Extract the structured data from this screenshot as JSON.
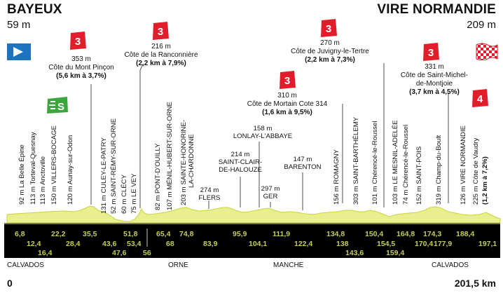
{
  "start": {
    "city": "BAYEUX",
    "altitude": "59 m"
  },
  "finish": {
    "city": "VIRE NORMANDIE",
    "altitude": "209 m"
  },
  "distance": {
    "start": "0",
    "end": "201,5 km"
  },
  "climbs": [
    {
      "category": "3",
      "altitude": "353 m",
      "name": "Côte du Mont Pinçon",
      "detail": "(5,6 km à 3,7%)"
    },
    {
      "category": "3",
      "altitude": "216 m",
      "name": "Côte de la Ranconnière",
      "detail": "(2,2 km à 7,9%)"
    },
    {
      "category": "3",
      "altitude": "310 m",
      "name": "Côte de Mortain Cote 314",
      "detail": "(1,6 km à 9,5%)"
    },
    {
      "category": "3",
      "altitude": "270 m",
      "name": "Côte de Juvigny-le-Tertre",
      "detail": "(2,2 km à 7,3%)"
    },
    {
      "category": "3",
      "altitude": "331 m",
      "name": "Côte de Saint-Michel-de-Montjoie",
      "detail": "(3,7 km à 4,5%)"
    },
    {
      "category": "4",
      "altitude": "",
      "name": "",
      "detail": ""
    }
  ],
  "climb_name_lines": {
    "c5a": "Côte de Saint-Michel-",
    "c5b": "de-Montjoie"
  },
  "sprint": {
    "label": "S"
  },
  "waypoints": [
    {
      "label": "92 m La Belle Épine"
    },
    {
      "label": "113 m Torteval-Quesnay"
    },
    {
      "label": "113 m Anctoville"
    },
    {
      "label": "150 m VILLERS-BOCAGE"
    },
    {
      "label": "120 m Aunay-sur-Odon"
    },
    {
      "label": "131 m CULEY-LE-PATRY"
    },
    {
      "label": "52 m SAINT-RÉMY-SUR-ORNE"
    },
    {
      "label": "60 m CLÉCY"
    },
    {
      "label": "75 m LE VEY"
    },
    {
      "label": "82 m PONT-D'OUILLY"
    },
    {
      "label": "107 m MÉNIL-HUBERT-SUR-ORNE"
    },
    {
      "label": "203 m SAINTE-HONORINE-"
    },
    {
      "label": "LA-CHARDONNE"
    },
    {
      "label": "156 m ROMAGNY"
    },
    {
      "label": "303 m SAINT-BARTHÉLEMY"
    },
    {
      "label": "101 m Chérencé-le-Roussel"
    },
    {
      "label": "103 m LE MESNIL-ADELÉE"
    },
    {
      "label": "74 m Chérencé-le-Roussel"
    },
    {
      "label": "152 m SAINT-POIS"
    },
    {
      "label": "319 m Champ-du-Boult"
    },
    {
      "label": "126 m VIRE NORMANDIE"
    },
    {
      "label": "225 m Côte de Vaudry"
    },
    {
      "label": "(1,2 km à 7,2%)"
    }
  ],
  "towns": [
    {
      "alt": "274 m",
      "name": "FLERS"
    },
    {
      "alt": "214 m",
      "name1": "SAINT-CLAIR-",
      "name2": "DE-HALOUZE"
    },
    {
      "alt": "158 m",
      "name": "LONLAY-L'ABBAYE"
    },
    {
      "alt": "297 m",
      "name": "GER"
    },
    {
      "alt": "147 m",
      "name": "BARENTON"
    }
  ],
  "km_top": [
    "6,8",
    "22,2",
    "35,5",
    "51,8",
    "65,4",
    "74,8",
    "95,9",
    "111,9",
    "134,8",
    "150,4",
    "164,8",
    "174,3",
    "188,4"
  ],
  "km_mid": [
    "12,4",
    "28,4",
    "43,6",
    "53,4",
    "68",
    "83,9",
    "104,1",
    "122,4",
    "138",
    "154,5",
    "170,4",
    "177,9",
    "197,1"
  ],
  "km_low": [
    "16,4",
    "47,6",
    "56",
    "143,6",
    "159,4"
  ],
  "departments": [
    "CALVADOS",
    "ORNE",
    "MANCHE",
    "CALVADOS"
  ],
  "colors": {
    "road": "#000000",
    "profile": "#e9ef8f",
    "profile_line": "#c9d43d",
    "climb_badge": "#e11d2b",
    "sprint_badge": "#3aa83d",
    "start_flag": "#1e73be",
    "km_text": "#c5cc5a"
  }
}
